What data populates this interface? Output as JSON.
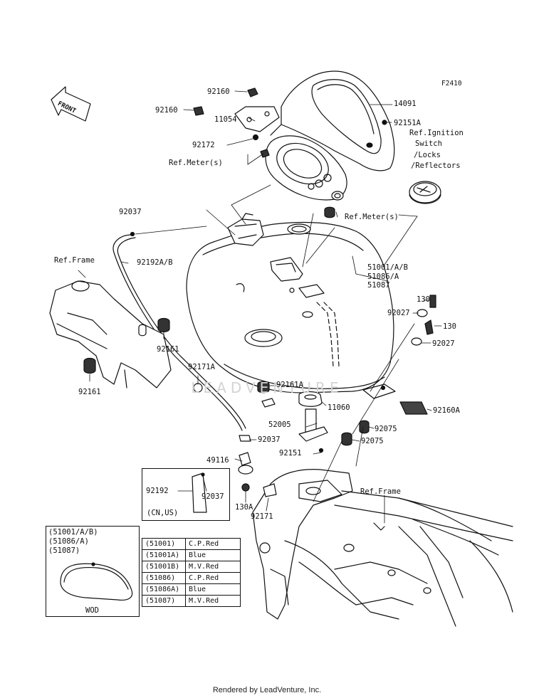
{
  "figure_code": "F2410",
  "front_label": "FRONT",
  "watermark": "LEADVENTURE",
  "footer": "Rendered by LeadVenture, Inc.",
  "callouts": {
    "c92160a": "92160",
    "c92160b": "92160",
    "c11054": "11054",
    "c14091": "14091",
    "c92151A": "92151A",
    "c92172": "92172",
    "refIgnition1": "Ref.Ignition",
    "refIgnition2": "Switch",
    "refIgnition3": "/Locks",
    "refIgnition4": "/Reflectors",
    "refMeter1": "Ref.Meter(s)",
    "refMeter2": "Ref.Meter(s)",
    "c92037a": "92037",
    "c92192AB": "92192A/B",
    "refFrame1": "Ref.Frame",
    "c51001": "51001/A/B",
    "c51086": "51086/A",
    "c51087": "51087",
    "c130a": "130",
    "c92027a": "92027",
    "c130b": "130",
    "c92027b": "92027",
    "c92161a": "92161",
    "c92161b": "92161",
    "c92171A": "92171A",
    "c92161A": "92161A",
    "c11060": "11060",
    "c52005": "52005",
    "c92160A": "92160A",
    "c92037b": "92037",
    "c92075a": "92075",
    "c92075b": "92075",
    "c92151": "92151",
    "c49116": "49116",
    "c92192": "92192",
    "c92037c": "92037",
    "cnus": "(CN,US)",
    "refFrame2": "Ref.Frame",
    "c130A": "130A",
    "c92171": "92171"
  },
  "wod_box": {
    "line1": "(51001/A/B)",
    "line2": "(51086/A)",
    "line3": "(51087)",
    "caption": "WOD"
  },
  "color_table": [
    {
      "part": "(51001)",
      "color": "C.P.Red"
    },
    {
      "part": "(51001A)",
      "color": "Blue"
    },
    {
      "part": "(51001B)",
      "color": "M.V.Red"
    },
    {
      "part": "(51086)",
      "color": "C.P.Red"
    },
    {
      "part": "(51086A)",
      "color": "Blue"
    },
    {
      "part": "(51087)",
      "color": "M.V.Red"
    }
  ]
}
